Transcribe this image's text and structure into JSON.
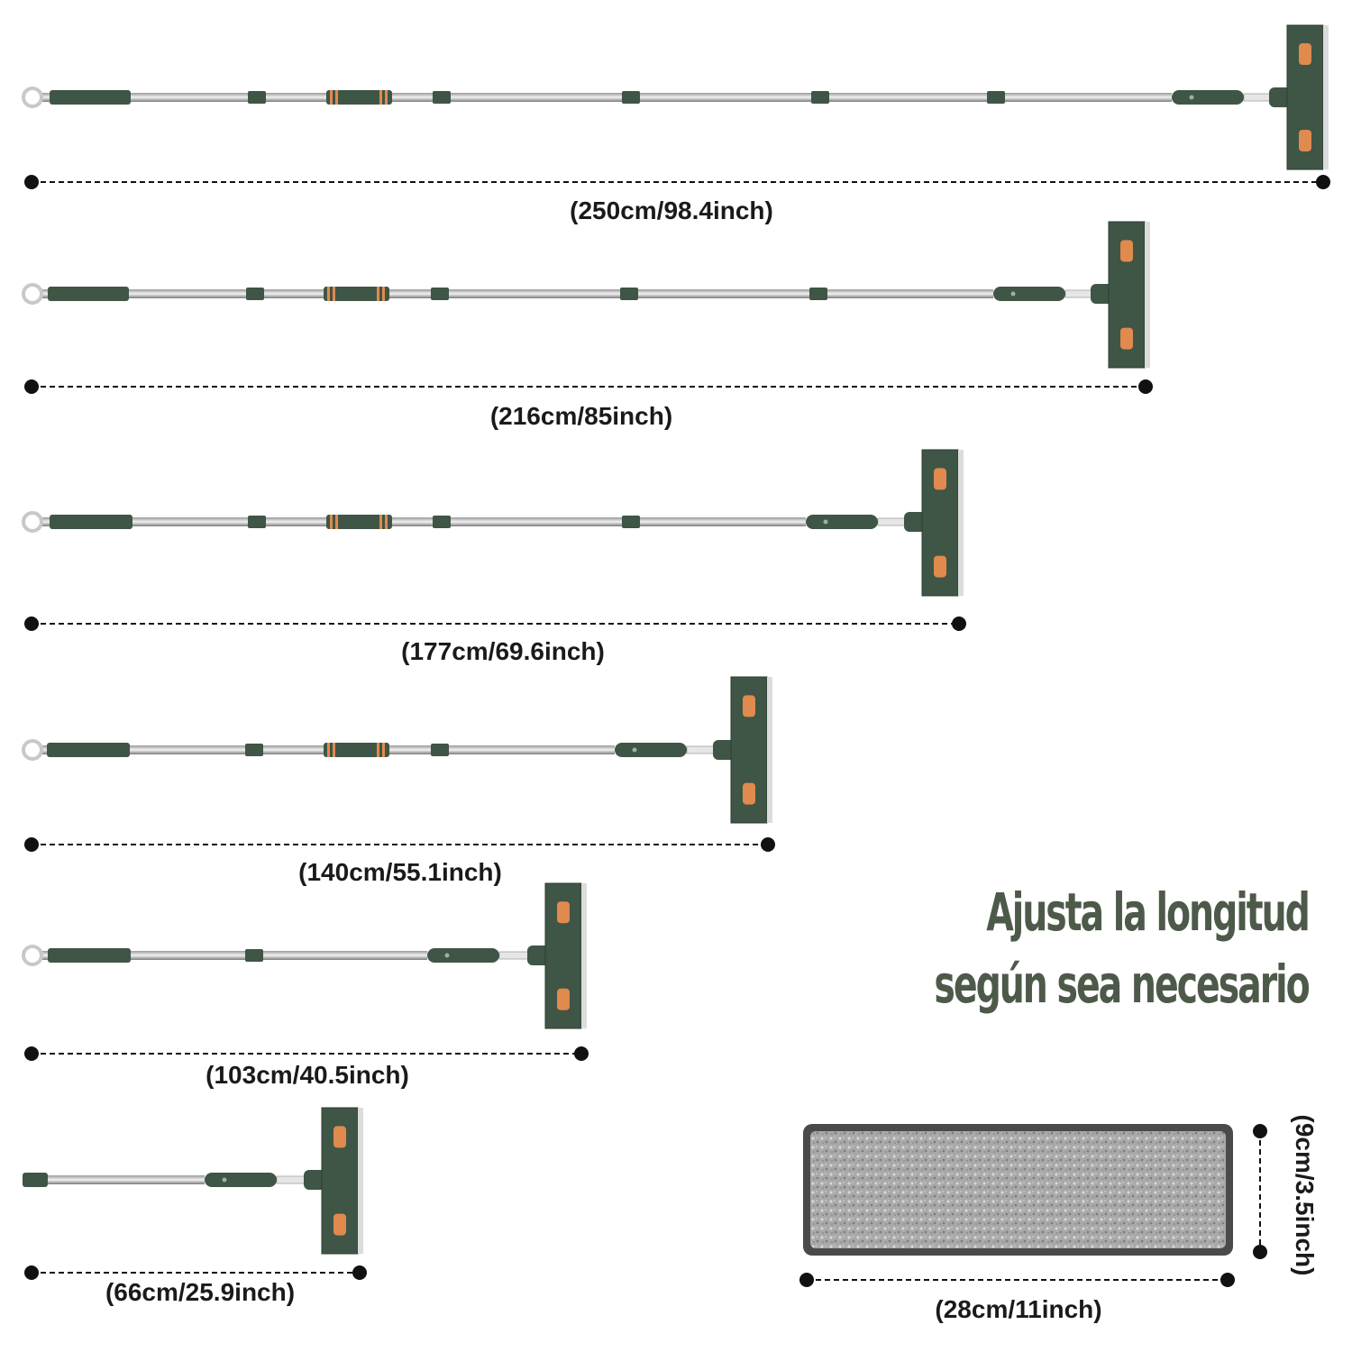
{
  "mop_lengths": [
    {
      "label": "(250cm/98.4inch)"
    },
    {
      "label": "(216cm/85inch)"
    },
    {
      "label": "(177cm/69.6inch)"
    },
    {
      "label": "(140cm/55.1inch)"
    },
    {
      "label": "(103cm/40.5inch)"
    },
    {
      "label": "(66cm/25.9inch)"
    }
  ],
  "tagline": {
    "line1": "Ajusta la longitud",
    "line2": "según sea necesario"
  },
  "pad": {
    "width_label": "(28cm/11inch)",
    "height_label": "(9cm/3.5inch)"
  },
  "colors": {
    "handle_green": "#3f5546",
    "accent_orange": "#e08a4e",
    "tagline_green": "#4d5a4a",
    "dim_line": "#111111"
  }
}
